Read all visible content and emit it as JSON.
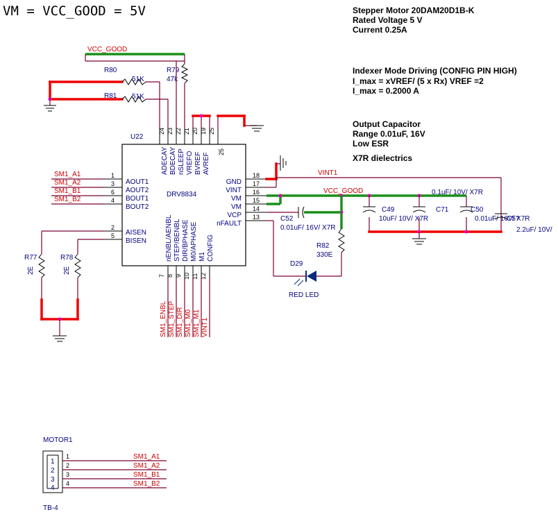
{
  "header": {
    "formula": "VM  =  VCC_GOOD  =  5V",
    "motor_note": [
      "Stepper Motor 20DAM20D1B-K",
      "Rated Voltage 5 V",
      "Current 0.25A"
    ],
    "indexer_note": [
      "Indexer Mode Driving (CONFIG PIN HIGH)",
      "I_max = xVREF/ (5 x Rx)   VREF =2",
      "I_max = 0.2000 A"
    ],
    "cap_note": [
      "Output Capacitor",
      "Range 0.01uF, 16V",
      "Low ESR",
      " X7R dielectrics"
    ]
  },
  "ic": {
    "ref": "U22",
    "part": "DRV8834",
    "left_pins": [
      {
        "num": "1",
        "name": "AOUT1",
        "net": "SM1_A1"
      },
      {
        "num": "3",
        "name": "AOUT2",
        "net": "SM1_A2"
      },
      {
        "num": "6",
        "name": "BOUT1",
        "net": "SM1_B1"
      },
      {
        "num": "4",
        "name": "BOUT2",
        "net": "SM1_B2"
      },
      {
        "num": "2",
        "name": "AISEN"
      },
      {
        "num": "5",
        "name": "BISEN"
      }
    ],
    "right_pins": [
      {
        "num": "18",
        "name": "GND"
      },
      {
        "num": "17",
        "name": "VINT"
      },
      {
        "num": "16",
        "name": "VM"
      },
      {
        "num": "15",
        "name": "VM"
      },
      {
        "num": "14",
        "name": "VCP"
      },
      {
        "num": "13",
        "name": "nFAULT"
      }
    ],
    "top_pins": [
      {
        "num": "24",
        "name": "ADECAY"
      },
      {
        "num": "23",
        "name": "BDECAY"
      },
      {
        "num": "22",
        "name": "nSLEEP"
      },
      {
        "num": "21",
        "name": "VREFO"
      },
      {
        "num": "20",
        "name": "BVREF"
      },
      {
        "num": "19",
        "name": "AVREF"
      },
      {
        "num": "25",
        "name": ""
      }
    ],
    "bottom_pins": [
      {
        "num": "7",
        "name": "nENBL/AENBL",
        "net": "SM1_ENBL"
      },
      {
        "num": "8",
        "name": "STEP/BENBL",
        "net": "SM1_STEP"
      },
      {
        "num": "9",
        "name": "DIR/BPHASE",
        "net": "SM1_DIR"
      },
      {
        "num": "10",
        "name": "M0/APHASE",
        "net": "SM1_M0"
      },
      {
        "num": "11",
        "name": "M1",
        "net": "SM1_M1"
      },
      {
        "num": "12",
        "name": "CONFIG",
        "net": "VINT1"
      }
    ]
  },
  "nets": {
    "vcc_good": "VCC_GOOD",
    "vint": "VINT1"
  },
  "components": {
    "r80": {
      "ref": "R80",
      "value": "51K"
    },
    "r81": {
      "ref": "R81",
      "value": "51K"
    },
    "r79": {
      "ref": "R79",
      "value": "47k"
    },
    "r77": {
      "ref": "R77",
      "value": "2E"
    },
    "r78": {
      "ref": "R78",
      "value": "2E"
    },
    "r82": {
      "ref": "R82",
      "value": "330E"
    },
    "d29": {
      "ref": "D29",
      "value": "RED LED"
    },
    "c52": {
      "ref": "C52",
      "value": "0.01uF/ 16V/ X7R"
    },
    "c49": {
      "ref": "C49",
      "value": "10uF/ 10V/ X7R"
    },
    "c71": {
      "ref": "C71",
      "value": "0.1uF/ 10V/ X7R"
    },
    "c50": {
      "ref": "C50",
      "value": "0.01uF/ 16V/ X7R"
    },
    "c5x": {
      "ref": "C5?",
      "value": "2.2uF/ 10V/"
    }
  },
  "connector": {
    "ref": "MOTOR1",
    "type": "TB-4",
    "pins": [
      {
        "num": "1",
        "net": "SM1_A1"
      },
      {
        "num": "2",
        "net": "SM1_A2"
      },
      {
        "num": "3",
        "net": "SM1_B1"
      },
      {
        "num": "4",
        "net": "SM1_B2"
      }
    ]
  }
}
